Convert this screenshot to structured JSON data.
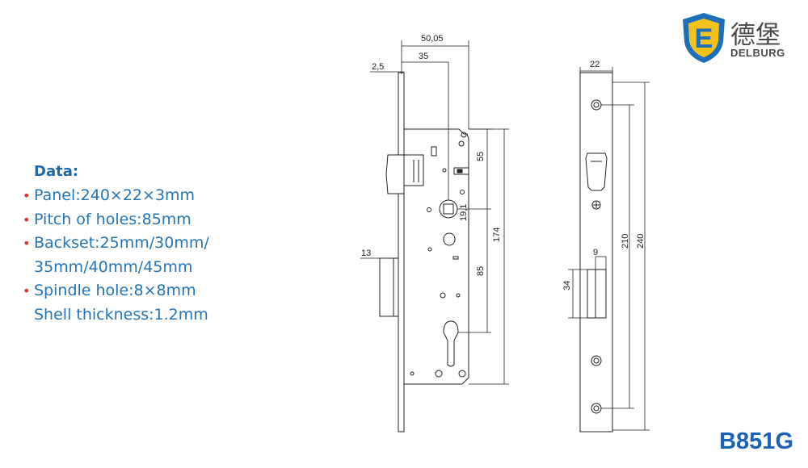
{
  "brand": {
    "name_cn": "德堡",
    "name_en": "DELBURG",
    "logo_letter": "E",
    "colors": {
      "shield": "#1d6fb8",
      "inner": "#f4c21a",
      "text": "#4a4a4a"
    }
  },
  "specs": {
    "title": "Data:",
    "lines": [
      {
        "bullet": true,
        "text": "Panel:240×22×3mm"
      },
      {
        "bullet": true,
        "text": "Pitch of holes:85mm"
      },
      {
        "bullet": true,
        "text": "Backset:25mm/30mm/"
      },
      {
        "bullet": false,
        "text": "35mm/40mm/45mm"
      },
      {
        "bullet": true,
        "text": "Spindle hole:8×8mm"
      },
      {
        "bullet": false,
        "text": "Shell thickness:1.2mm"
      }
    ],
    "bullet_char": "•",
    "colors": {
      "text": "#2574b5",
      "bullet": "#e0332b"
    }
  },
  "model_code": "B851G",
  "dimensions": {
    "overall_width": "50,05",
    "backset": "35",
    "faceplate_thickness": "2,5",
    "top_to_spindle": "55",
    "spindle_to_cylinder": "85",
    "case_height": "174",
    "offset": "19,1",
    "latch_projection": "13",
    "faceplate_width": "22",
    "bolt_width": "9",
    "bolt_height": "34",
    "screw_pitch": "210",
    "faceplate_length": "240"
  }
}
